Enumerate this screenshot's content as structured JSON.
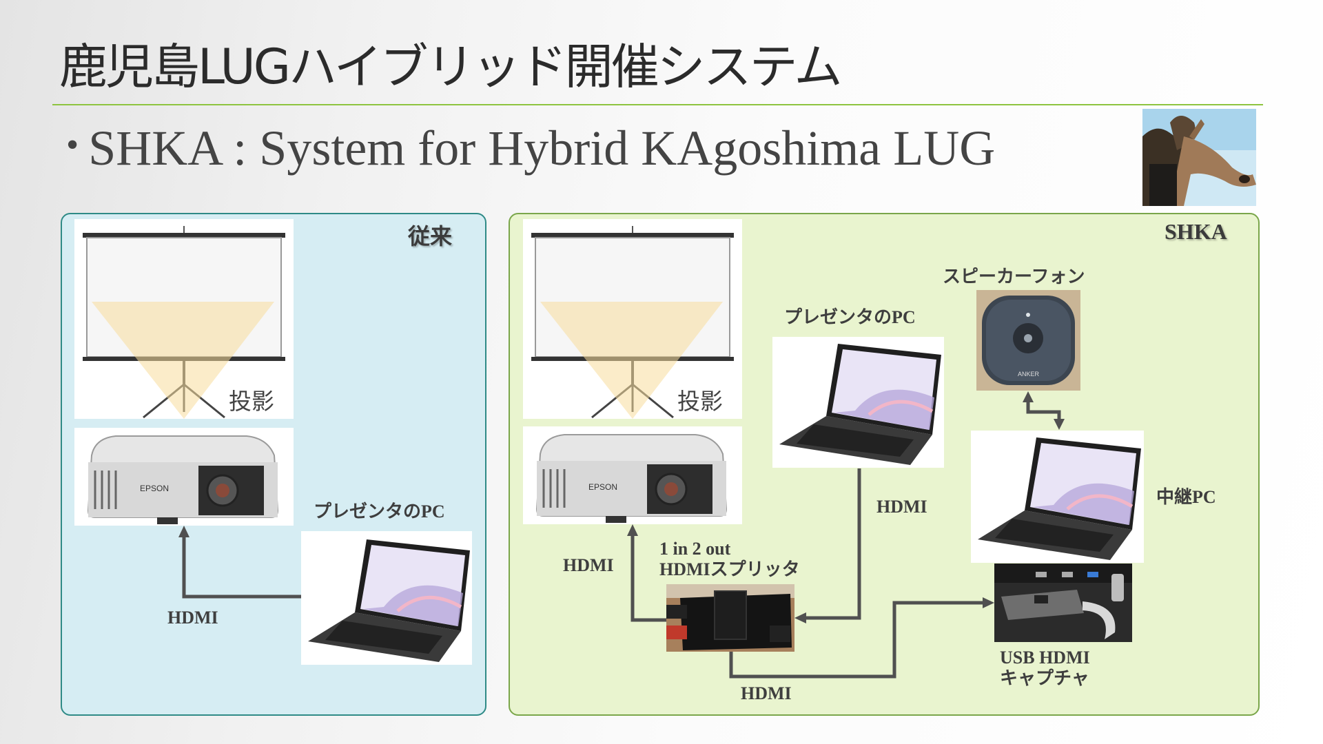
{
  "slide": {
    "title": "鹿児島LUGハイブリッド開催システム",
    "bullet": "SHKA : System for Hybrid KAgoshima LUG"
  },
  "panels": {
    "old": {
      "header": "従来",
      "projection_label": "投影",
      "presenter_pc_label": "プレゼンタのPC",
      "hdmi_label": "HDMI"
    },
    "new": {
      "header": "SHKA",
      "projection_label": "投影",
      "presenter_pc_label": "プレゼンタのPC",
      "speakerphone_label": "スピーカーフォン",
      "relay_pc_label": "中継PC",
      "splitter_label_line1": "1 in 2 out",
      "splitter_label_line2": "HDMIスプリッタ",
      "capture_label_line1": "USB HDMI",
      "capture_label_line2": "キャプチャ",
      "hdmi_label_presenter": "HDMI",
      "hdmi_label_projector": "HDMI",
      "hdmi_label_bottom": "HDMI"
    }
  },
  "colors": {
    "title_rule": "#8dc43f",
    "panel_old_bg": "#d6edf3",
    "panel_old_border": "#2e8a86",
    "panel_new_bg": "#e9f4cf",
    "panel_new_border": "#7aa64a",
    "connector": "#505050",
    "projection_beam": "#f7dc9c"
  },
  "icons": [
    "projector-screen-icon",
    "projector-icon",
    "laptop-icon",
    "speakerphone-icon",
    "hdmi-splitter-icon",
    "usb-capture-icon",
    "avatar-icon"
  ]
}
